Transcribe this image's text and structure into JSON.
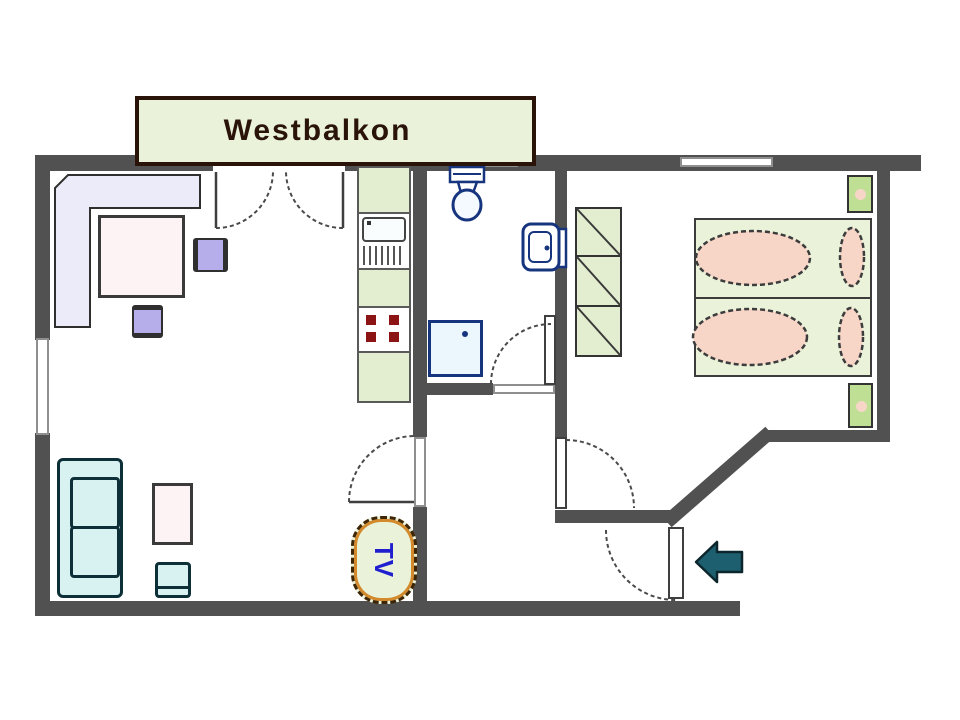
{
  "balcony": {
    "label": "Westbalkon"
  },
  "tv": {
    "label": "TV"
  },
  "icons": {
    "entrance_arrow": "left-arrow",
    "tv_badge": "oval-tv-badge",
    "bathroom": [
      "toilet-icon",
      "wall-sink-icon",
      "shower-icon"
    ],
    "kitchen": [
      "kitchen-sink-icon",
      "stove-icon"
    ],
    "bedroom": [
      "double-bed-icon",
      "wardrobe-icon",
      "nightstand-icon"
    ],
    "living": [
      "corner-bench-icon",
      "dining-table-icon",
      "chair-icon",
      "sofa-icon",
      "coffee-table-icon",
      "stool-icon"
    ]
  },
  "colors": {
    "wall": "#515151",
    "balconyFill": "#ebf2da",
    "balconyBorder": "#2a140a",
    "kitchenGreen": "#e2eecf",
    "navy": "#16357e",
    "lavender": "#b5aeea",
    "lavenderLight": "#ecebfa",
    "teal": "#d8f1f1",
    "tealDark": "#0d3038",
    "bedGreen": "#eaf3da",
    "standGreen": "#bfdf95",
    "duvetPink": "#f7d6c8",
    "tablePink": "#fdf3f5",
    "burnerRed": "#8c1414",
    "tvBlue": "#1f1fd0",
    "arrowTeal": "#1d5f6e"
  }
}
